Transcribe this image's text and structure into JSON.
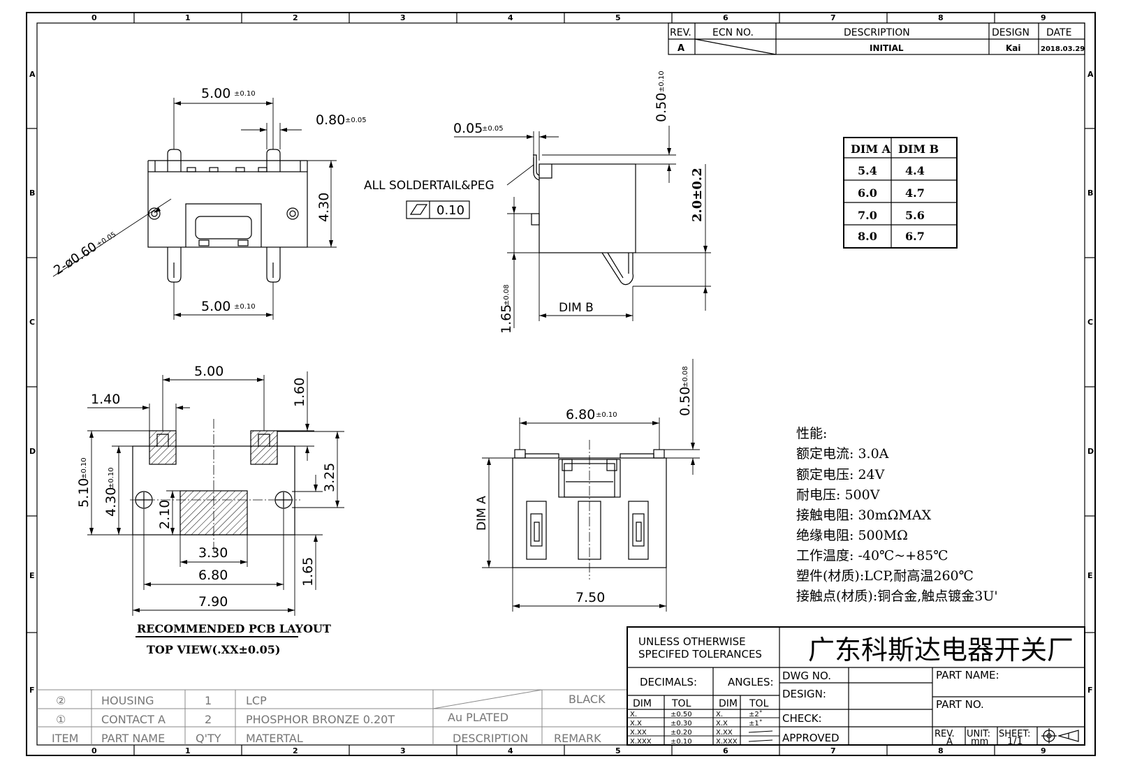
{
  "zones": {
    "columns": [
      "0",
      "1",
      "2",
      "3",
      "4",
      "5",
      "6",
      "7",
      "8",
      "9"
    ],
    "rows": [
      "A",
      "B",
      "C",
      "D",
      "E",
      "F"
    ]
  },
  "revision_table": {
    "headers": [
      "REV.",
      "ECN NO.",
      "DESCRIPTION",
      "DESIGN",
      "DATE"
    ],
    "row": {
      "rev": "A",
      "ecn": "",
      "description": "INITIAL",
      "design": "Kai",
      "date": "2018.03.29"
    }
  },
  "dim_table": {
    "headers": [
      "DIM A",
      "DIM B"
    ],
    "rows": [
      [
        "5.4",
        "4.4"
      ],
      [
        "6.0",
        "4.7"
      ],
      [
        "7.0",
        "5.6"
      ],
      [
        "8.0",
        "6.7"
      ]
    ]
  },
  "front_view": {
    "dim_top": "5.00",
    "dim_top_tol": "±0.10",
    "dim_pin": "0.80",
    "dim_pin_tol": "±0.05",
    "dim_height": "4.30",
    "dim_hole": "2-ø0.60",
    "dim_hole_tol": "±0.05",
    "dim_bottom": "5.00",
    "dim_bottom_tol": "±0.10"
  },
  "side_view": {
    "dim_t": "0.05",
    "dim_t_tol": "±0.05",
    "note": "ALL SOLDERTAIL&PEG",
    "flatness_value": "0.10",
    "dim_top": "0.50",
    "dim_top_tol": "±0.10",
    "dim_height": "2.0±0.2",
    "dim_bottom": "1.65",
    "dim_bottom_tol": "±0.08",
    "dim_b": "DIM  B"
  },
  "pcb_layout": {
    "dim_500": "5.00",
    "dim_140": "1.40",
    "dim_160": "1.60",
    "dim_510": "5.10",
    "dim_510_tol": "±0.10",
    "dim_430": "4.30",
    "dim_430_tol": "±0.10",
    "dim_325": "3.25",
    "dim_210": "2.10",
    "dim_330": "3.30",
    "dim_680": "6.80",
    "dim_790": "7.90",
    "dim_165": "1.65",
    "title": "RECOMMENDED PCB LAYOUT",
    "subtitle": "TOP VIEW(.XX±0.05)"
  },
  "bottom_view": {
    "dim_680": "6.80",
    "dim_680_tol": "±0.10",
    "dim_050": "0.50",
    "dim_050_tol": "±0.08",
    "dim_a": "DIM  A",
    "dim_750": "7.50"
  },
  "specs": [
    "性能:",
    "额定电流: 3.0A",
    "额定电压: 24V",
    "耐电压: 500V",
    "接触电阻: 30mΩMAX",
    "绝缘电阻: 500MΩ",
    "工作温度: -40℃~+85℃",
    "塑件(材质):LCP,耐高温260℃",
    "接触点(材质):铜合金,触点镀金3U'"
  ],
  "bom": {
    "rows": [
      {
        "item": "②",
        "part": "HOUSING",
        "qty": "1",
        "material": "LCP",
        "description": "",
        "remark": "BLACK"
      },
      {
        "item": "①",
        "part": "CONTACT  A",
        "qty": "2",
        "material": "PHOSPHOR  BRONZE  0.20T",
        "description": "Au  PLATED",
        "remark": ""
      }
    ],
    "headers": {
      "item": "ITEM",
      "part": "PART  NAME",
      "qty": "Q'TY",
      "material": "MATERTAL",
      "description": "DESCRIPTION",
      "remark": "REMARK"
    }
  },
  "title_block": {
    "company": "广东科斯达电器开关厂",
    "tolerance_note_1": "UNLESS  OTHERWISE",
    "tolerance_note_2": "SPECIFED  TOLERANCES",
    "decimals": "DECIMALS:",
    "angles": "ANGLES:",
    "dim": "DIM",
    "tol": "TOL",
    "dec_rows": [
      [
        "X.",
        "±0.50"
      ],
      [
        "X.X",
        "±0.30"
      ],
      [
        "X.XX",
        "±0.20"
      ],
      [
        "X.XXX",
        "±0.10"
      ]
    ],
    "ang_rows": [
      [
        "X.",
        "±2˚"
      ],
      [
        "X.X",
        "±1˚"
      ],
      [
        "X.XX",
        ""
      ],
      [
        "X.XXX",
        ""
      ]
    ],
    "dwg_no": "DWG  NO.",
    "design": "DESIGN:",
    "check": "CHECK:",
    "approved": "APPROVED",
    "part_name": "PART  NAME:",
    "part_no": "PART  NO.",
    "rev_label": "REV.",
    "rev_value": "A",
    "unit_label": "UNIT:",
    "unit_value": "mm",
    "sheet_label": "SHEET:",
    "sheet_value": "1/1"
  }
}
